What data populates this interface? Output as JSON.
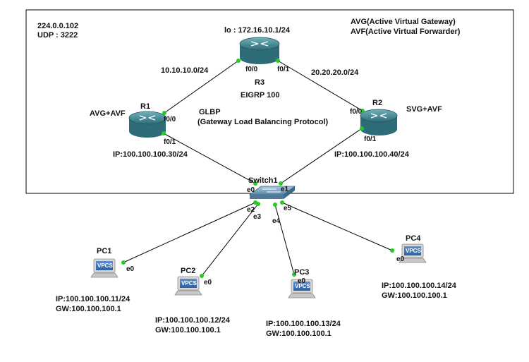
{
  "multicast": {
    "address": "224.0.0.102",
    "udp": "UDP : 3222"
  },
  "legend": {
    "avg": "AVG(Active Virtual Gateway)",
    "avf": "AVF(Active Virtual Forwarder)"
  },
  "glbp": {
    "name": "GLBP",
    "full": "(Gateway Load Balancing Protocol)"
  },
  "routers": {
    "r3": {
      "name": "R3",
      "loopback": "lo : 172.16.10.1/24",
      "protocol": "EIGRP 100",
      "port_f00": "f0/0",
      "port_f01": "f0/1"
    },
    "r1": {
      "name": "R1",
      "role": "AVG+AVF",
      "ip": "IP:100.100.100.30/24",
      "port_f00": "f0/0",
      "port_f01": "f0/1"
    },
    "r2": {
      "name": "R2",
      "role": "SVG+AVF",
      "ip": "IP:100.100.100.40/24",
      "port_f00": "f0/0",
      "port_f01": "f0/1"
    }
  },
  "networks": {
    "r1_r3": "10.10.10.0/24",
    "r3_r2": "20.20.20.0/24"
  },
  "switch": {
    "name": "Switch1",
    "e0": "e0",
    "e1": "e1",
    "e2": "e2",
    "e3": "e3",
    "e4": "e4",
    "e5": "e5"
  },
  "pcs": [
    {
      "name": "PC1",
      "port": "e0",
      "ip": "IP:100.100.100.11/24",
      "gw": "GW:100.100.100.1",
      "badge": "VPCS"
    },
    {
      "name": "PC2",
      "port": "e0",
      "ip": "IP:100.100.100.12/24",
      "gw": "GW:100.100.100.1",
      "badge": "VPCS"
    },
    {
      "name": "PC3",
      "port": "e0",
      "ip": "IP:100.100.100.13/24",
      "gw": "GW:100.100.100.1",
      "badge": "VPCS"
    },
    {
      "name": "PC4",
      "port": "e0",
      "ip": "IP:100.100.100.14/24",
      "gw": "GW:100.100.100.1",
      "badge": "VPCS"
    }
  ],
  "colors": {
    "router": "#4a8a96",
    "switch": "#6f9fc0",
    "link": "#000000",
    "port_dot": "#22cc22",
    "vpcs": "#3a6fb0"
  }
}
